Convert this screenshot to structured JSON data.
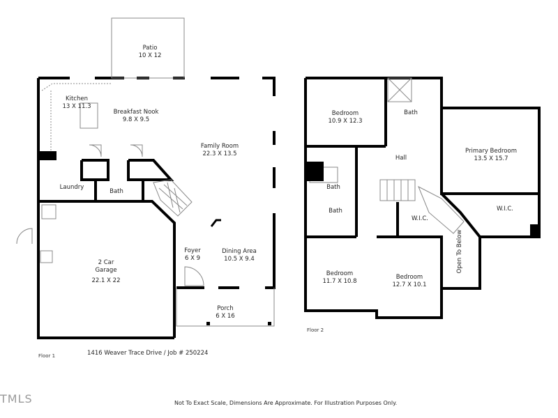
{
  "floor1": {
    "label": "Floor 1",
    "rooms": [
      {
        "name": "Patio",
        "dims": "10 X 12"
      },
      {
        "name": "Kitchen",
        "dims": "13 X 11.3"
      },
      {
        "name": "Breakfast Nook",
        "dims": "9.8 X 9.5"
      },
      {
        "name": "Family Room",
        "dims": "22.3 X 13.5"
      },
      {
        "name": "Laundry",
        "dims": ""
      },
      {
        "name": "Bath",
        "dims": ""
      },
      {
        "name": "2 Car Garage",
        "line1": "2 Car",
        "line2": "Garage",
        "dims": "22.1 X 22"
      },
      {
        "name": "Foyer",
        "dims": "6 X 9"
      },
      {
        "name": "Dining Area",
        "dims": "10.5 X 9.4"
      },
      {
        "name": "Porch",
        "dims": "6 X 16"
      }
    ]
  },
  "floor2": {
    "label": "Floor 2",
    "rooms": [
      {
        "name": "Bedroom",
        "dims": "10.9 X 12.3"
      },
      {
        "name": "Bath",
        "dims": ""
      },
      {
        "name": "Primary Bedroom",
        "dims": "13.5 X 15.7"
      },
      {
        "name": "Hall",
        "dims": ""
      },
      {
        "name": "Bath",
        "dims": ""
      },
      {
        "name": "Bath",
        "dims": ""
      },
      {
        "name": "W.I.C.",
        "dims": ""
      },
      {
        "name": "W.I.C.",
        "dims": ""
      },
      {
        "name": "Open To Below",
        "dims": ""
      },
      {
        "name": "Bedroom",
        "dims": "11.7 X 10.8"
      },
      {
        "name": "Bedroom",
        "dims": "12.7 X 10.1"
      }
    ]
  },
  "footer": {
    "address": "1416 Weaver Trace Drive / Job # 250224",
    "disclaimer": "Not To Exact Scale, Dimensions Are Approximate. For Illustration Purposes Only.",
    "watermark": "TMLS"
  },
  "colors": {
    "wall": "#000000",
    "thin_line": "#888888",
    "text": "#222222",
    "watermark": "#9a9a9a"
  }
}
